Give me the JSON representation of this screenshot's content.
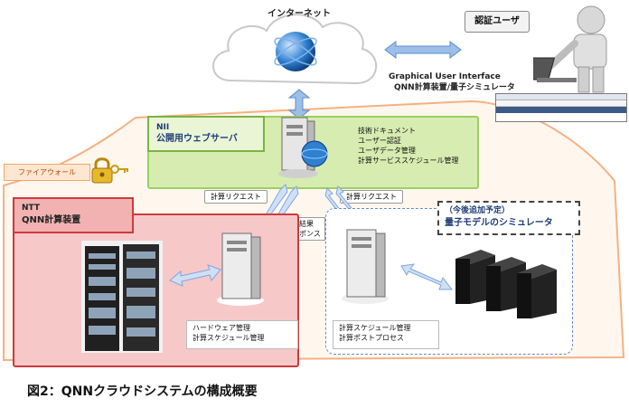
{
  "internet": {
    "label": "インターネット"
  },
  "user": {
    "label": "認証ユーザ"
  },
  "gui": {
    "line1": "Graphical User Interface",
    "line2": "QNN計算装置/量子シミュレータ"
  },
  "firewall": {
    "label": "ファイアウォール"
  },
  "nii": {
    "title_line1": "NII",
    "title_line2": "公開用ウェブサーバ",
    "services": [
      "技術ドキュメント",
      "ユーザー認証",
      "ユーザデータ管理",
      "計算サービススケジュール管理"
    ]
  },
  "ntt": {
    "title_line1": "NTT",
    "title_line2": "QNN計算装置",
    "tasks": [
      "ハードウェア管理",
      "計算スケジュール管理"
    ]
  },
  "future": {
    "title_line1": "（今後追加予定）",
    "title_line2": "量子モデルのシミュレータ",
    "tasks": [
      "計算スケジュール管理",
      "計算ポストプロセス"
    ]
  },
  "flows": {
    "request_left": "計算リクエスト",
    "request_right": "計算リクエスト",
    "result_line1": "計算結果",
    "result_line2": "レスポンス"
  },
  "caption": "図2：QNNクラウドシステムの構成概要",
  "colors": {
    "nii_fill": "#d6ecb0",
    "nii_border": "#7cb342",
    "ntt_fill": "#f7c8c8",
    "ntt_border": "#cc3b3b",
    "firewall": "#f4b183",
    "arrow": "#7ea6e0"
  }
}
